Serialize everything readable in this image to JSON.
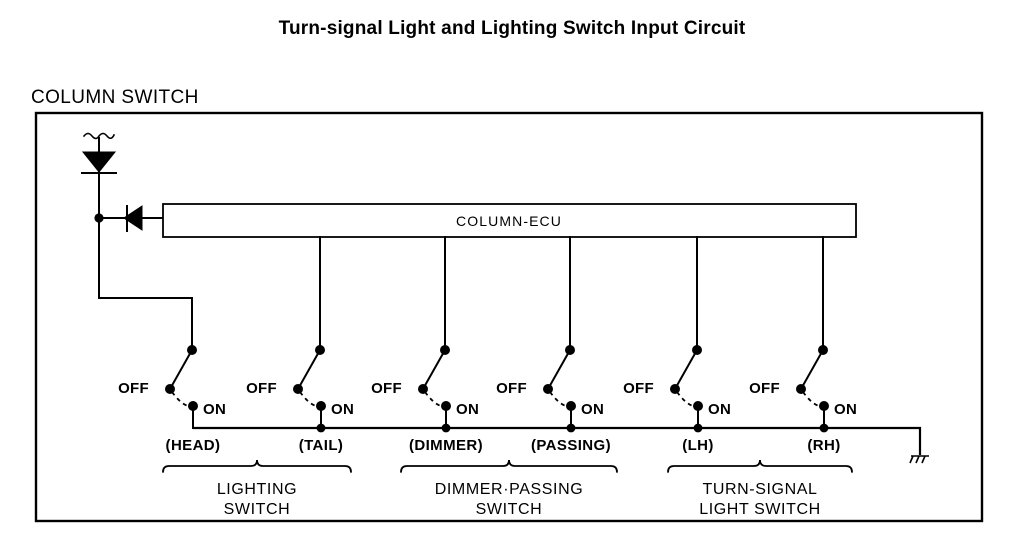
{
  "page": {
    "title": "Turn-signal Light and Lighting Switch Input Circuit",
    "background_color": "#ffffff",
    "line_color": "#000000"
  },
  "enclosure": {
    "label": "COLUMN SWITCH"
  },
  "ecu": {
    "label": "COLUMN-ECU"
  },
  "symbols": {
    "break_line": "wavy-break-line",
    "diode_vertical": "diode-down",
    "diode_horizontal": "diode-left",
    "ground": "chassis-ground"
  },
  "switches": [
    {
      "id": "head",
      "position": "(HEAD)",
      "off_label": "OFF",
      "on_label": "ON"
    },
    {
      "id": "tail",
      "position": "(TAIL)",
      "off_label": "OFF",
      "on_label": "ON"
    },
    {
      "id": "dimmer",
      "position": "(DIMMER)",
      "off_label": "OFF",
      "on_label": "ON"
    },
    {
      "id": "passing",
      "position": "(PASSING)",
      "off_label": "OFF",
      "on_label": "ON"
    },
    {
      "id": "lh",
      "position": "(LH)",
      "off_label": "OFF",
      "on_label": "ON"
    },
    {
      "id": "rh",
      "position": "(RH)",
      "off_label": "OFF",
      "on_label": "ON"
    }
  ],
  "groups": [
    {
      "id": "lighting",
      "line1": "LIGHTING",
      "line2": "SWITCH"
    },
    {
      "id": "dimmer-passing",
      "line1": "DIMMER·PASSING",
      "line2": "SWITCH"
    },
    {
      "id": "turn-signal",
      "line1": "TURN-SIGNAL",
      "line2": "LIGHT SWITCH"
    }
  ]
}
